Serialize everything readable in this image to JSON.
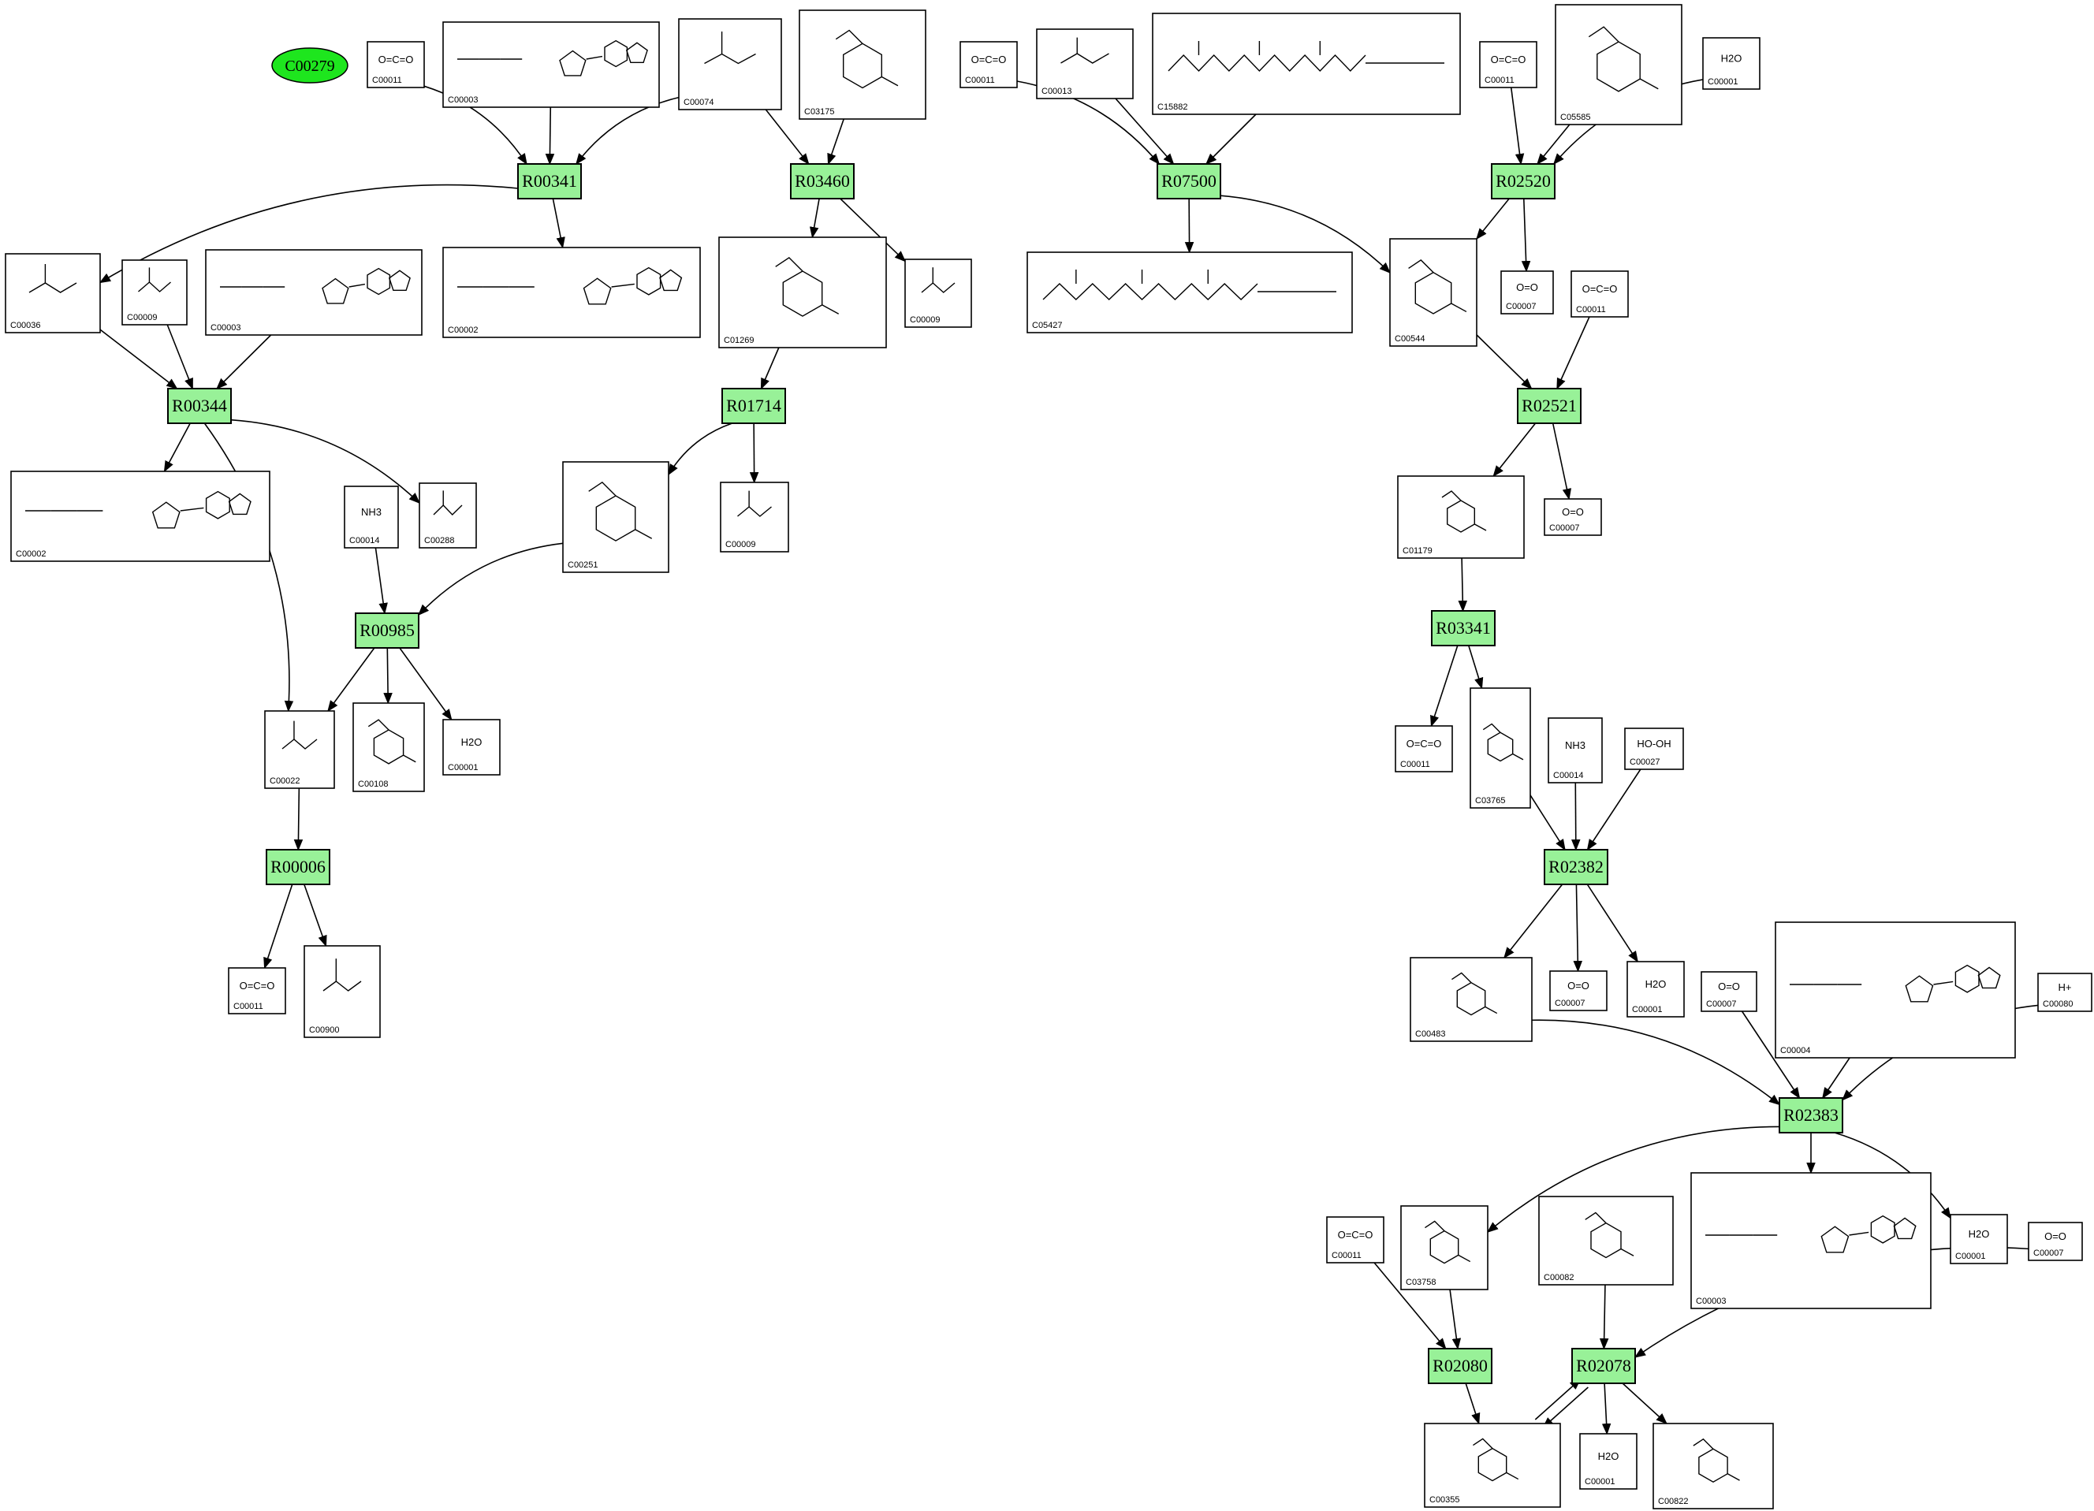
{
  "root": "C00279",
  "reactions": [
    "R00341",
    "R03460",
    "R07500",
    "R02520",
    "R00344",
    "R01714",
    "R02521",
    "R00985",
    "R03341",
    "R00006",
    "R02382",
    "R02383",
    "R02080",
    "R02078"
  ],
  "compounds": {
    "c1": {
      "id": "C00011",
      "formula": "O=C=O"
    },
    "c2": {
      "id": "C00003",
      "formula": ""
    },
    "c3": {
      "id": "C00074",
      "formula": ""
    },
    "c4": {
      "id": "C03175",
      "formula": ""
    },
    "c5": {
      "id": "C00011",
      "formula": "O=C=O"
    },
    "c6": {
      "id": "C00013",
      "formula": ""
    },
    "c7": {
      "id": "C15882",
      "formula": ""
    },
    "c8": {
      "id": "C00011",
      "formula": "O=C=O"
    },
    "c9": {
      "id": "C05585",
      "formula": ""
    },
    "c10": {
      "id": "C00001",
      "formula": "H2O"
    },
    "c11": {
      "id": "C00036",
      "formula": ""
    },
    "c12": {
      "id": "C00009",
      "formula": ""
    },
    "c13": {
      "id": "C00003",
      "formula": ""
    },
    "c14": {
      "id": "C00002",
      "formula": ""
    },
    "c15": {
      "id": "C01269",
      "formula": ""
    },
    "c16": {
      "id": "C00009",
      "formula": ""
    },
    "c17": {
      "id": "C05427",
      "formula": ""
    },
    "c18": {
      "id": "C00544",
      "formula": ""
    },
    "c19": {
      "id": "C00007",
      "formula": "O=O"
    },
    "c20": {
      "id": "C00011",
      "formula": "O=C=O"
    },
    "c21": {
      "id": "C00002",
      "formula": ""
    },
    "c22": {
      "id": "C00288",
      "formula": ""
    },
    "c23": {
      "id": "C00014",
      "formula": "NH3"
    },
    "c24": {
      "id": "C00251",
      "formula": ""
    },
    "c25": {
      "id": "C00009",
      "formula": ""
    },
    "c26": {
      "id": "C01179",
      "formula": ""
    },
    "c27": {
      "id": "C00007",
      "formula": "O=O"
    },
    "c28": {
      "id": "C00022",
      "formula": ""
    },
    "c29": {
      "id": "C00108",
      "formula": ""
    },
    "c30": {
      "id": "C00001",
      "formula": "H2O"
    },
    "c31": {
      "id": "C00011",
      "formula": "O=C=O"
    },
    "c32": {
      "id": "C03765",
      "formula": ""
    },
    "c33": {
      "id": "C00014",
      "formula": "NH3"
    },
    "c34": {
      "id": "C00027",
      "formula": "HO-OH"
    },
    "c35": {
      "id": "C00011",
      "formula": "O=C=O"
    },
    "c36": {
      "id": "C00900",
      "formula": ""
    },
    "c37": {
      "id": "C00483",
      "formula": ""
    },
    "c38": {
      "id": "C00007",
      "formula": "O=O"
    },
    "c39": {
      "id": "C00001",
      "formula": "H2O"
    },
    "c40": {
      "id": "C00007",
      "formula": "O=O"
    },
    "c41": {
      "id": "C00004",
      "formula": ""
    },
    "c42": {
      "id": "C00080",
      "formula": "H+"
    },
    "c43": {
      "id": "C00011",
      "formula": "O=C=O"
    },
    "c44": {
      "id": "C03758",
      "formula": ""
    },
    "c45": {
      "id": "C00082",
      "formula": ""
    },
    "c46": {
      "id": "C00003",
      "formula": ""
    },
    "c47": {
      "id": "C00001",
      "formula": "H2O"
    },
    "c48": {
      "id": "C00007",
      "formula": "O=O"
    },
    "c49": {
      "id": "C00355",
      "formula": ""
    },
    "c50": {
      "id": "C00001",
      "formula": "H2O"
    },
    "c51": {
      "id": "C00822",
      "formula": ""
    }
  },
  "colors": {
    "reaction_fill": "#98f198",
    "root_fill": "#1ee61e",
    "compound_fill": "#ffffff",
    "stroke": "#000000"
  }
}
